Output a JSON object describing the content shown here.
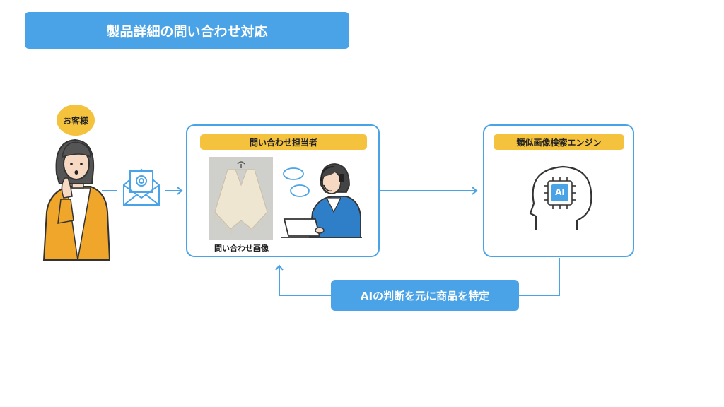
{
  "title": "製品詳細の問い合わせ対応",
  "customer": {
    "label": "お客様"
  },
  "staff_box": {
    "label": "問い合わせ担当者",
    "image_caption": "問い合わせ画像"
  },
  "engine_box": {
    "label": "類似画像検索エンジン",
    "chip_text": "AI"
  },
  "feedback": {
    "label": "AIの判断を元に商品を特定"
  },
  "colors": {
    "accent": "#4aa3e6",
    "highlight": "#f5c23e"
  }
}
